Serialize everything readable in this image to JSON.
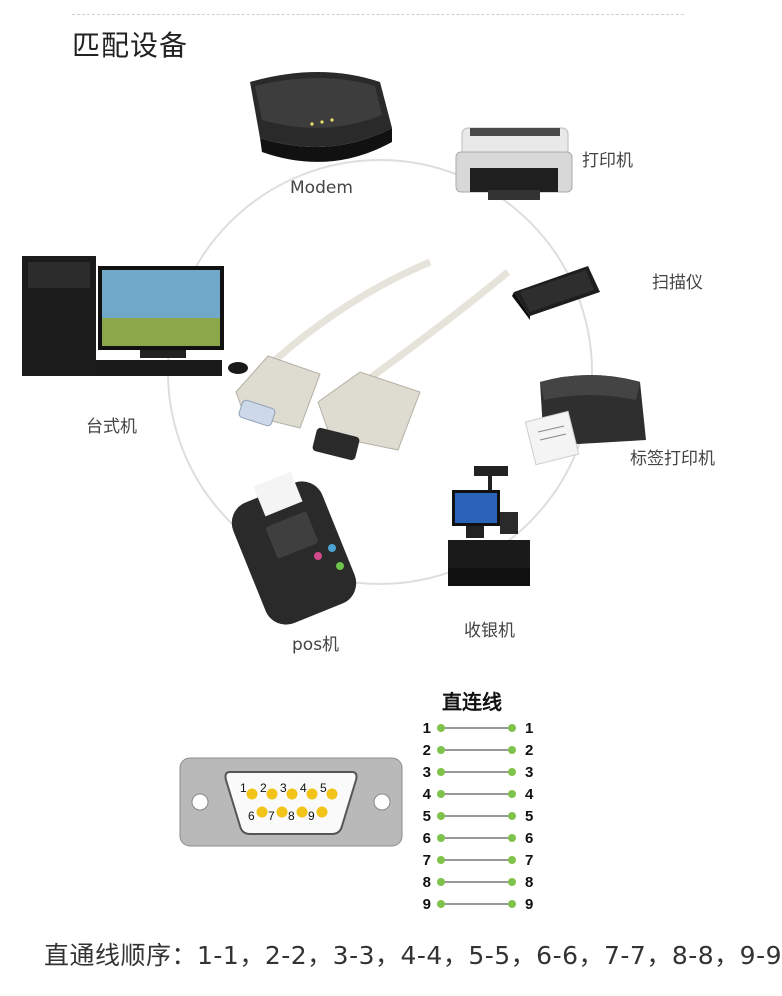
{
  "section_title": "匹配设备",
  "devices": {
    "modem": "Modem",
    "printer": "打印机",
    "scanner": "扫描仪",
    "label_printer": "标签打印机",
    "desktop": "台式机",
    "pos": "pos机",
    "cash_register": "收银机"
  },
  "pinout": {
    "title": "直连线",
    "left_pins": [
      "1",
      "2",
      "3",
      "4",
      "5",
      "6",
      "7",
      "8",
      "9"
    ],
    "right_pins": [
      "1",
      "2",
      "3",
      "4",
      "5",
      "6",
      "7",
      "8",
      "9"
    ],
    "connector_top_row": [
      "1",
      "2",
      "3",
      "4",
      "5"
    ],
    "connector_bottom_row": [
      "6",
      "7",
      "8",
      "9"
    ],
    "pin_color": "#7fc34a",
    "connector_pin_color": "#f2c318"
  },
  "footer_text": "直通线顺序：1-1，2-2，3-3，4-4，5-5，6-6，7-7，8-8，9-9"
}
